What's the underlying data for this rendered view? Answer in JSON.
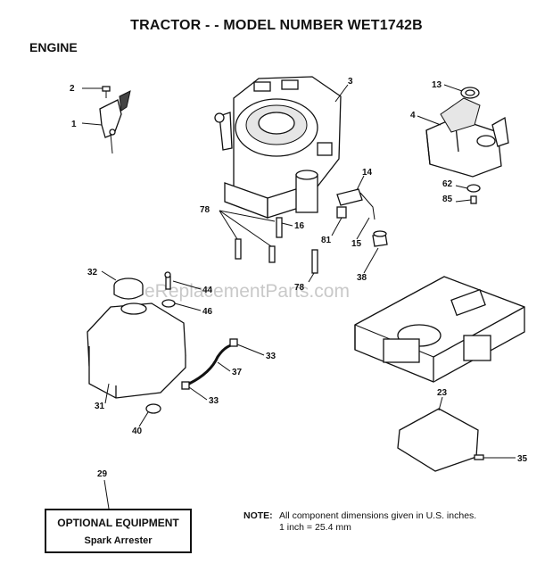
{
  "header": {
    "title": "TRACTOR - - MODEL NUMBER WET1742B",
    "section": "ENGINE"
  },
  "watermark": "eReplacementParts.com",
  "callouts": {
    "c1": "1",
    "c2": "2",
    "c3": "3",
    "c4": "4",
    "c13": "13",
    "c14": "14",
    "c15": "15",
    "c16": "16",
    "c23": "23",
    "c29": "29",
    "c31": "31",
    "c32": "32",
    "c33a": "33",
    "c33b": "33",
    "c35": "35",
    "c37": "37",
    "c38": "38",
    "c40": "40",
    "c44": "44",
    "c46": "46",
    "c62": "62",
    "c78a": "78",
    "c78b": "78",
    "c81": "81",
    "c85": "85"
  },
  "optional_box": {
    "title": "OPTIONAL EQUIPMENT",
    "item": "Spark Arrester"
  },
  "note": {
    "label": "NOTE:",
    "line1": "All component dimensions given in U.S. inches.",
    "line2": "1 inch = 25.4 mm"
  }
}
